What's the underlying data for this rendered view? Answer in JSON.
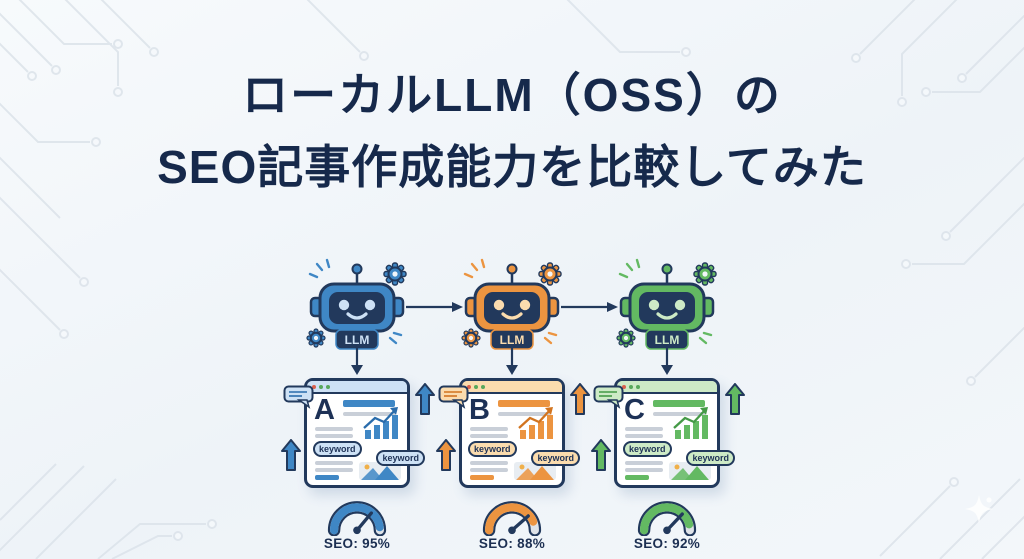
{
  "title": {
    "line1": "ローカルLLM（OSS）の",
    "line2": "SEO記事作成能力を比較してみた"
  },
  "palette": {
    "background": "#f2f6fa",
    "title_navy": "#16294b",
    "outline_navy": "#22395c",
    "circuit_line": "#dce3ea",
    "text_line_gray": "#c9cfd8",
    "gauge_track": "#dfe3e8",
    "window_dot_red": "#d95f4c",
    "window_dot_green": "#58a85c"
  },
  "models": [
    {
      "llm_badge": "LLM",
      "doc_letter": "A",
      "keywords": [
        "keyword",
        "keyword"
      ],
      "seo_label": "SEO: 95%",
      "seo_score_pct": 95,
      "accent": "#3f87c5",
      "accent_dark": "#2a6cab",
      "accent_light": "#cde1f5"
    },
    {
      "llm_badge": "LLM",
      "doc_letter": "B",
      "keywords": [
        "keyword",
        "keyword"
      ],
      "seo_label": "SEO: 88%",
      "seo_score_pct": 88,
      "accent": "#ec9440",
      "accent_dark": "#d2741f",
      "accent_light": "#fbdcae"
    },
    {
      "llm_badge": "LLM",
      "doc_letter": "C",
      "keywords": [
        "keyword",
        "keyword"
      ],
      "seo_label": "SEO: 92%",
      "seo_score_pct": 92,
      "accent": "#63b962",
      "accent_dark": "#459a47",
      "accent_light": "#cdeac6"
    }
  ]
}
